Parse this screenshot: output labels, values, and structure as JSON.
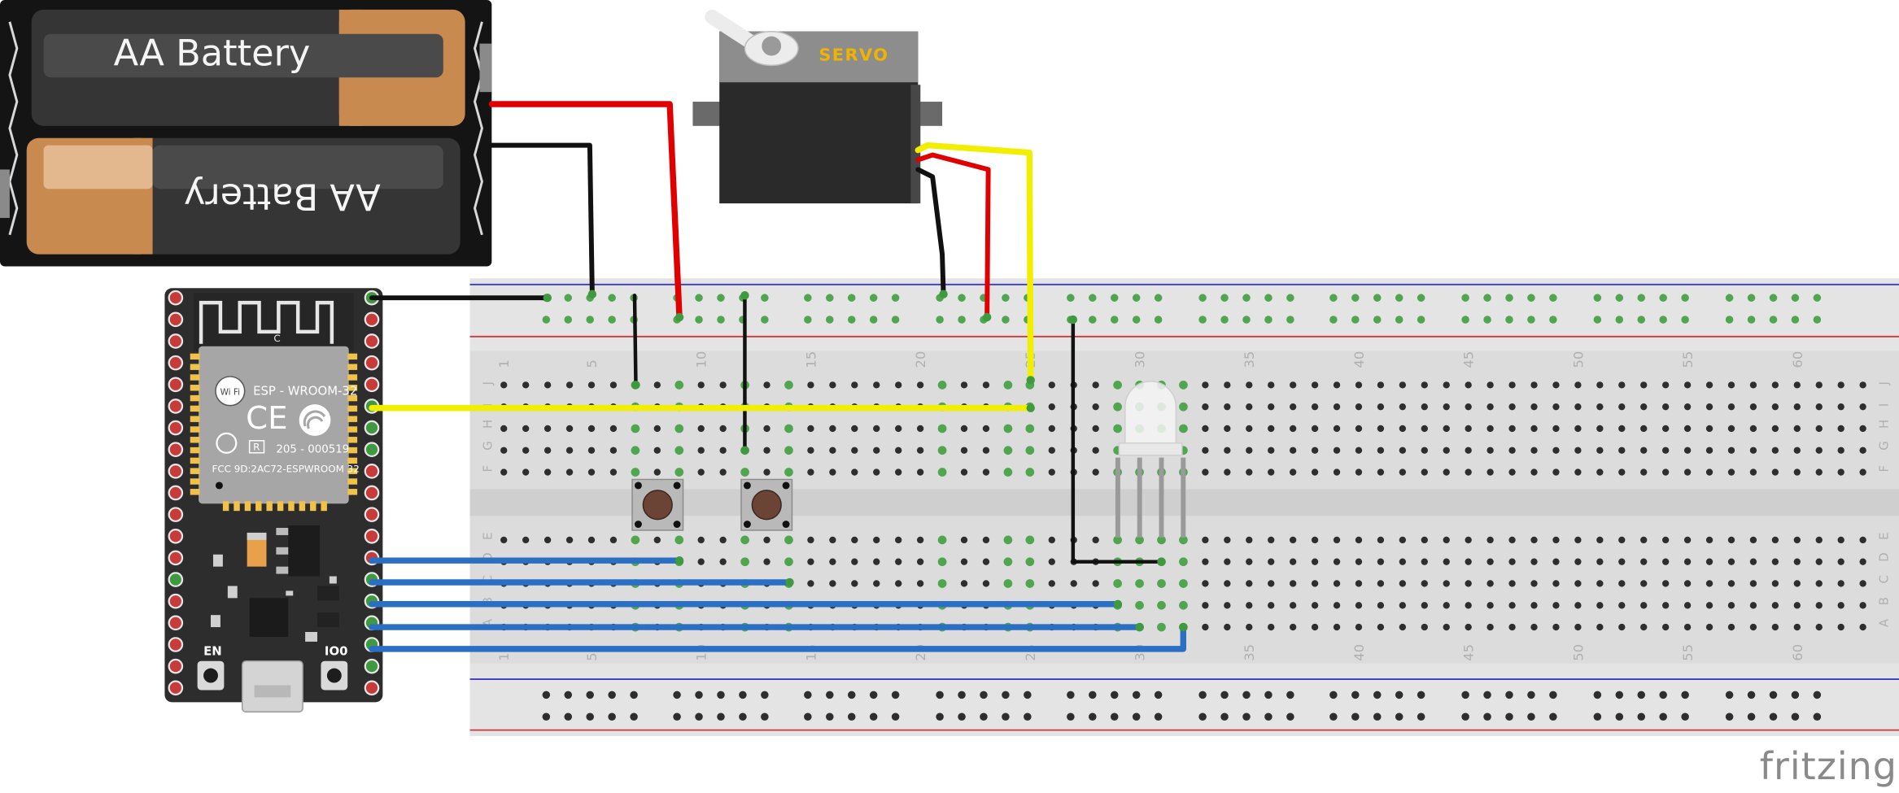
{
  "battery": {
    "top_label": "AA Battery",
    "bottom_label": "AA Battery"
  },
  "servo": {
    "label": "SERVO"
  },
  "esp32": {
    "module_name": "ESP - WROOM-32",
    "wifi_text": "Wi Fi",
    "cert_code": "205 - 000519",
    "r_mark": "R",
    "fcc_text": "FCC 9D:2AC72-ESPWROOM 32",
    "antenna_mark": "C",
    "en_label": "EN",
    "io0_label": "IO0"
  },
  "breadboard": {
    "column_numbers": [
      "1",
      "5",
      "10",
      "15",
      "20",
      "25",
      "30",
      "35",
      "40",
      "45",
      "50",
      "55",
      "60"
    ],
    "top_row_letters": [
      "J",
      "I",
      "H",
      "G",
      "F"
    ],
    "bottom_row_letters": [
      "E",
      "D",
      "C",
      "B",
      "A"
    ]
  },
  "wire_colors": {
    "red": "#e00000",
    "black": "#111111",
    "yellow": "#f2ee00",
    "blue": "#2a6fc4"
  },
  "branding": {
    "logo": "fritzing"
  }
}
